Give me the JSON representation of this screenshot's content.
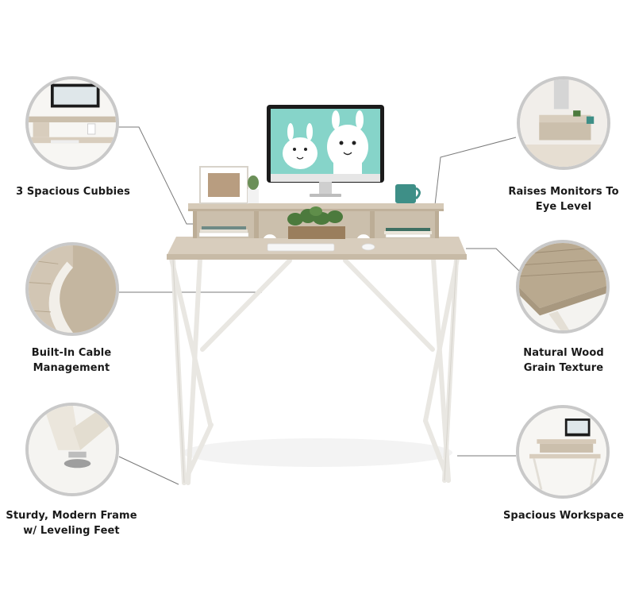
{
  "features": [
    {
      "id": "cubbies",
      "lines": [
        "3 Spacious Cubbies"
      ]
    },
    {
      "id": "cable",
      "lines": [
        "Built-In Cable",
        "Management"
      ]
    },
    {
      "id": "frame",
      "lines": [
        "Sturdy, Modern Frame",
        "w/ Leveling Feet"
      ]
    },
    {
      "id": "monitor",
      "lines": [
        "Raises Monitors To",
        "Eye Level"
      ]
    },
    {
      "id": "wood",
      "lines": [
        "Natural Wood",
        "Grain Texture"
      ]
    },
    {
      "id": "workspace",
      "lines": [
        "Spacious Workspace"
      ]
    }
  ]
}
